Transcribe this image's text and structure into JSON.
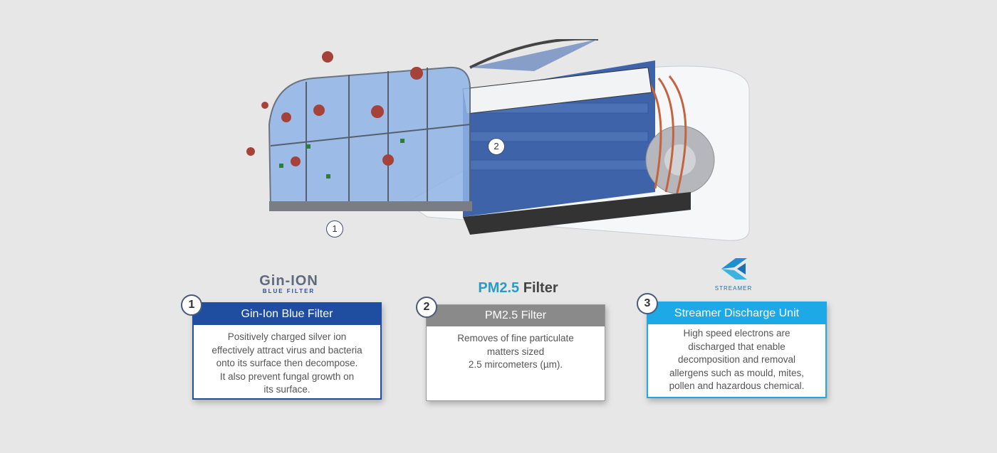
{
  "illustration": {
    "markers": [
      "1",
      "2"
    ]
  },
  "logos": {
    "gin_ion": {
      "main": "Gin-ION",
      "sub": "BLUE FILTER"
    },
    "pm25": {
      "accent": "PM2.5",
      "rest": " Filter"
    },
    "streamer": {
      "text": "STREAMER"
    }
  },
  "cards": [
    {
      "number": "1",
      "title": "Gin-Ion Blue Filter",
      "lines": [
        "Positively charged silver ion",
        "effectively attract virus and bacteria",
        "onto its surface then decompose.",
        "It also prevent fungal growth on",
        "its surface."
      ],
      "color": "#1f4ea1"
    },
    {
      "number": "2",
      "title": "PM2.5 Filter",
      "lines": [
        "Removes of fine particulate",
        "matters sized",
        "2.5 mircometers (µm)."
      ],
      "color": "#8a8a8a"
    },
    {
      "number": "3",
      "title": "Streamer Discharge Unit",
      "lines": [
        "High speed electrons are",
        "discharged that enable",
        "decomposition and removal",
        "allergens such as mould, mites,",
        "pollen and hazardous chemical."
      ],
      "color": "#1da8e6"
    }
  ]
}
